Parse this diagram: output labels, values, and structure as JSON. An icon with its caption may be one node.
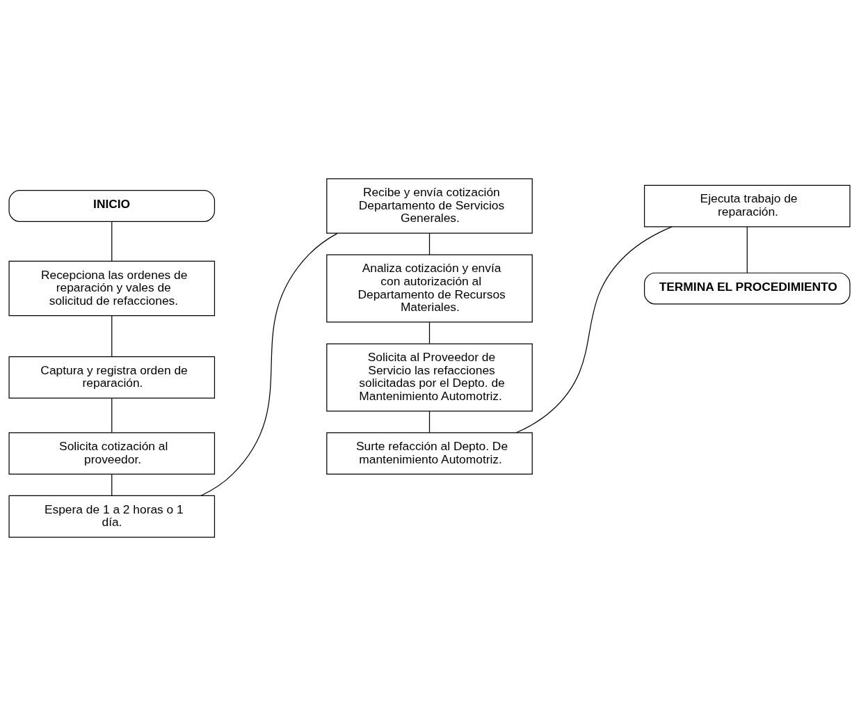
{
  "diagram": {
    "nodes": [
      {
        "text": [
          "INICIO"
        ]
      },
      {
        "text": [
          "Recepciona las ordenes de reparación y vales de solicitud de refacciones."
        ]
      },
      {
        "text": [
          "Captura y registra orden de reparación."
        ]
      },
      {
        "text": [
          "Solicita cotización al proveedor."
        ]
      },
      {
        "text": [
          "Espera de 1 a 2 horas o 1 día."
        ]
      },
      {
        "text": [
          "Recibe y envía cotización Departamento de Servicios Generales."
        ]
      },
      {
        "text": [
          "Analiza cotización y envía con autorización al Departamento de Recursos Materiales."
        ]
      },
      {
        "text": [
          "Solicita al Proveedor de Servicio las refacciones solicitadas por el Depto. de Mantenimiento Automotriz."
        ]
      },
      {
        "text": [
          "Surte refacción al Depto. De mantenimiento Automotriz."
        ]
      },
      {
        "text": [
          "Ejecuta trabajo de reparación."
        ]
      },
      {
        "text": [
          "TERMINA EL PROCEDIMIENTO"
        ]
      }
    ],
    "edges": [
      {
        "from": 0,
        "to": 1,
        "arrow": "none"
      },
      {
        "from": 1,
        "to": 2,
        "arrow": "none"
      },
      {
        "from": 2,
        "to": 3,
        "arrow": "none"
      },
      {
        "from": 3,
        "to": 4,
        "arrow": "none"
      },
      {
        "from": 4,
        "to": 5,
        "arrow": "none"
      },
      {
        "from": 5,
        "to": 6,
        "arrow": "none"
      },
      {
        "from": 6,
        "to": 7,
        "arrow": "none"
      },
      {
        "from": 7,
        "to": 8,
        "arrow": "none"
      },
      {
        "from": 8,
        "to": 9,
        "arrow": "none"
      },
      {
        "from": 9,
        "to": 10,
        "arrow": "none"
      }
    ]
  }
}
